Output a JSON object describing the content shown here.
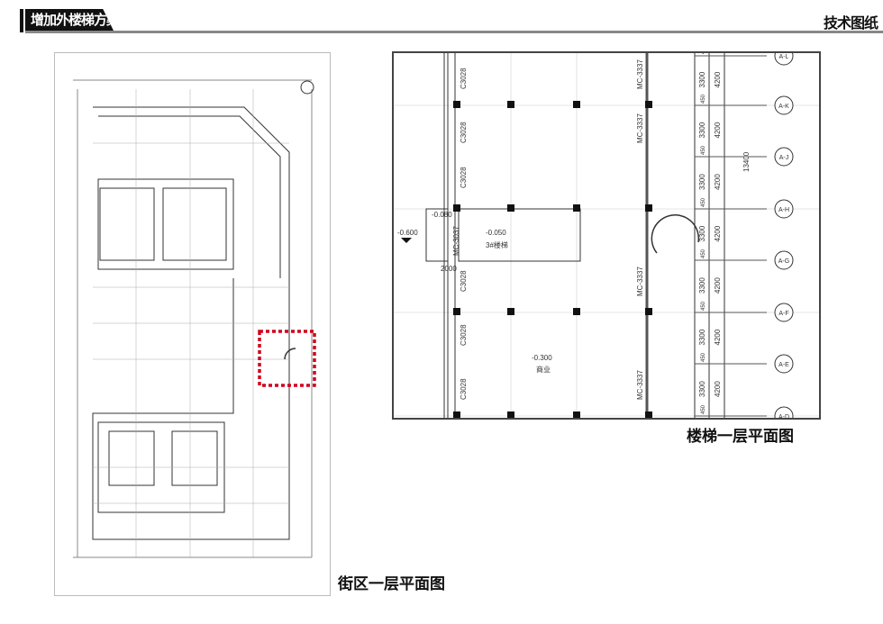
{
  "header": {
    "title": "增加外楼梯方案设计",
    "section": "技术图纸"
  },
  "captions": {
    "stair_plan": "楼梯一层平面图",
    "block_plan": "街区一层平面图"
  },
  "stair_plan": {
    "axes": [
      "A-L",
      "A-K",
      "A-J",
      "A-H",
      "A-G",
      "A-F",
      "A-E",
      "A-D"
    ],
    "dims": {
      "d450": "450",
      "d3300": "3300",
      "d4200": "4200",
      "total": "13400"
    },
    "windows": "C3028",
    "doors": "MC-3337",
    "door_small": "MC-3037",
    "levels": {
      "outside": "-0.600",
      "step": "-0.080",
      "stair": "-0.050",
      "shop": "-0.300"
    },
    "room_stair": "3#楼梯",
    "room_shop": "商业",
    "dim_2000": "2000"
  },
  "colors": {
    "highlight": "#d0021b"
  }
}
